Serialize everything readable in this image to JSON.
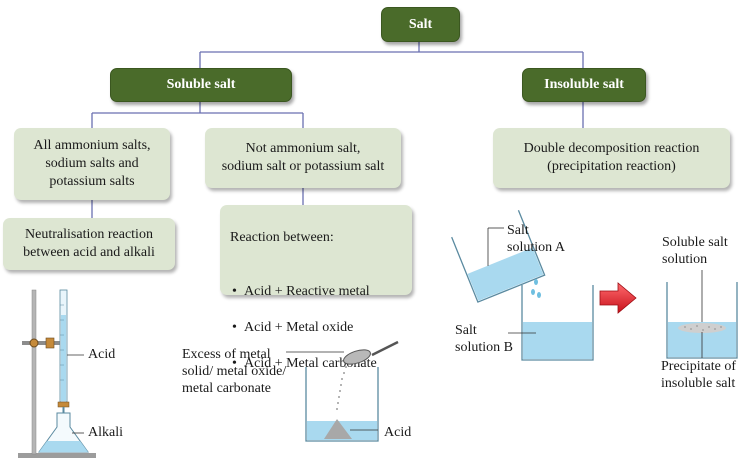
{
  "nodes": {
    "salt": "Salt",
    "soluble": "Soluble salt",
    "insoluble": "Insoluble salt",
    "ammonium": "All ammonium salts,\nsodium salts and\npotassium salts",
    "not_ammonium": "Not ammonium salt,\nsodium salt or potassium salt",
    "double_decomp": "Double decomposition reaction\n(precipitation reaction)",
    "neutralisation": "Neutralisation reaction\nbetween acid and alkali",
    "reaction_title": "Reaction between:",
    "reaction_items": [
      "Acid + Reactive metal",
      "Acid + Metal oxide",
      "Acid + Metal carbonate"
    ]
  },
  "labels": {
    "acid_burette": "Acid",
    "alkali": "Alkali",
    "excess": "Excess of metal\nsolid/ metal oxide/\nmetal carbonate",
    "acid_beaker": "Acid",
    "salt_solution_a": "Salt\nsolution A",
    "salt_solution_b": "Salt\nsolution B",
    "soluble_salt_solution": "Soluble salt\nsolution",
    "precipitate": "Precipitate of\ninsoluble salt"
  },
  "colors": {
    "dark_green": "#4a6b2a",
    "light_green": "#dde6d2",
    "connector": "#6a6fb0",
    "arrow_red": "#e8262c",
    "liquid_blue": "#a9d9ef"
  }
}
